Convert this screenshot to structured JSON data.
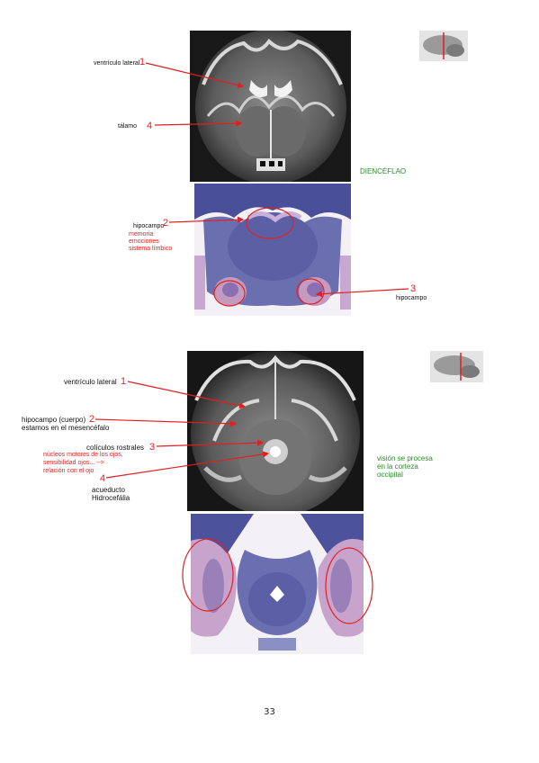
{
  "page_number": "33",
  "colors": {
    "annotation_red": "#e02020",
    "annotation_green": "#2a8a2a"
  },
  "top_section": {
    "labels": {
      "ventriculo_lateral": "ventrículo lateral",
      "talamo": "tálamo",
      "hipocampo_left": "hipocampo",
      "hipocampo_right": "hipocampo"
    },
    "numbers": {
      "n1": "1",
      "n2": "2",
      "n3": "3",
      "n4": "4"
    },
    "hipocampo_notes": [
      "memoria",
      "emociones",
      "sistema límbico"
    ],
    "green_note": "DIENCÉFLAO"
  },
  "bottom_section": {
    "labels": {
      "ventriculo_lateral": "ventrículo lateral",
      "hipocampo_cuerpo": "hipocampo (cuerpo)",
      "estamos_mesencefalo": "estamos en el mesencéfalo",
      "coliculos_rostrales": "colículos rostrales",
      "acueducto": "acueducto",
      "hidrocefalia": "Hidrocefália"
    },
    "numbers": {
      "n1": "1",
      "n2": "2",
      "n3": "3",
      "n4": "4"
    },
    "nucleos_notes": [
      "núcleos motores de los ojos,",
      "sensibilidad ojos... -->",
      "relación con el ojo"
    ],
    "green_notes": [
      "visión se procesa",
      "en la corteza",
      "occipital"
    ]
  }
}
